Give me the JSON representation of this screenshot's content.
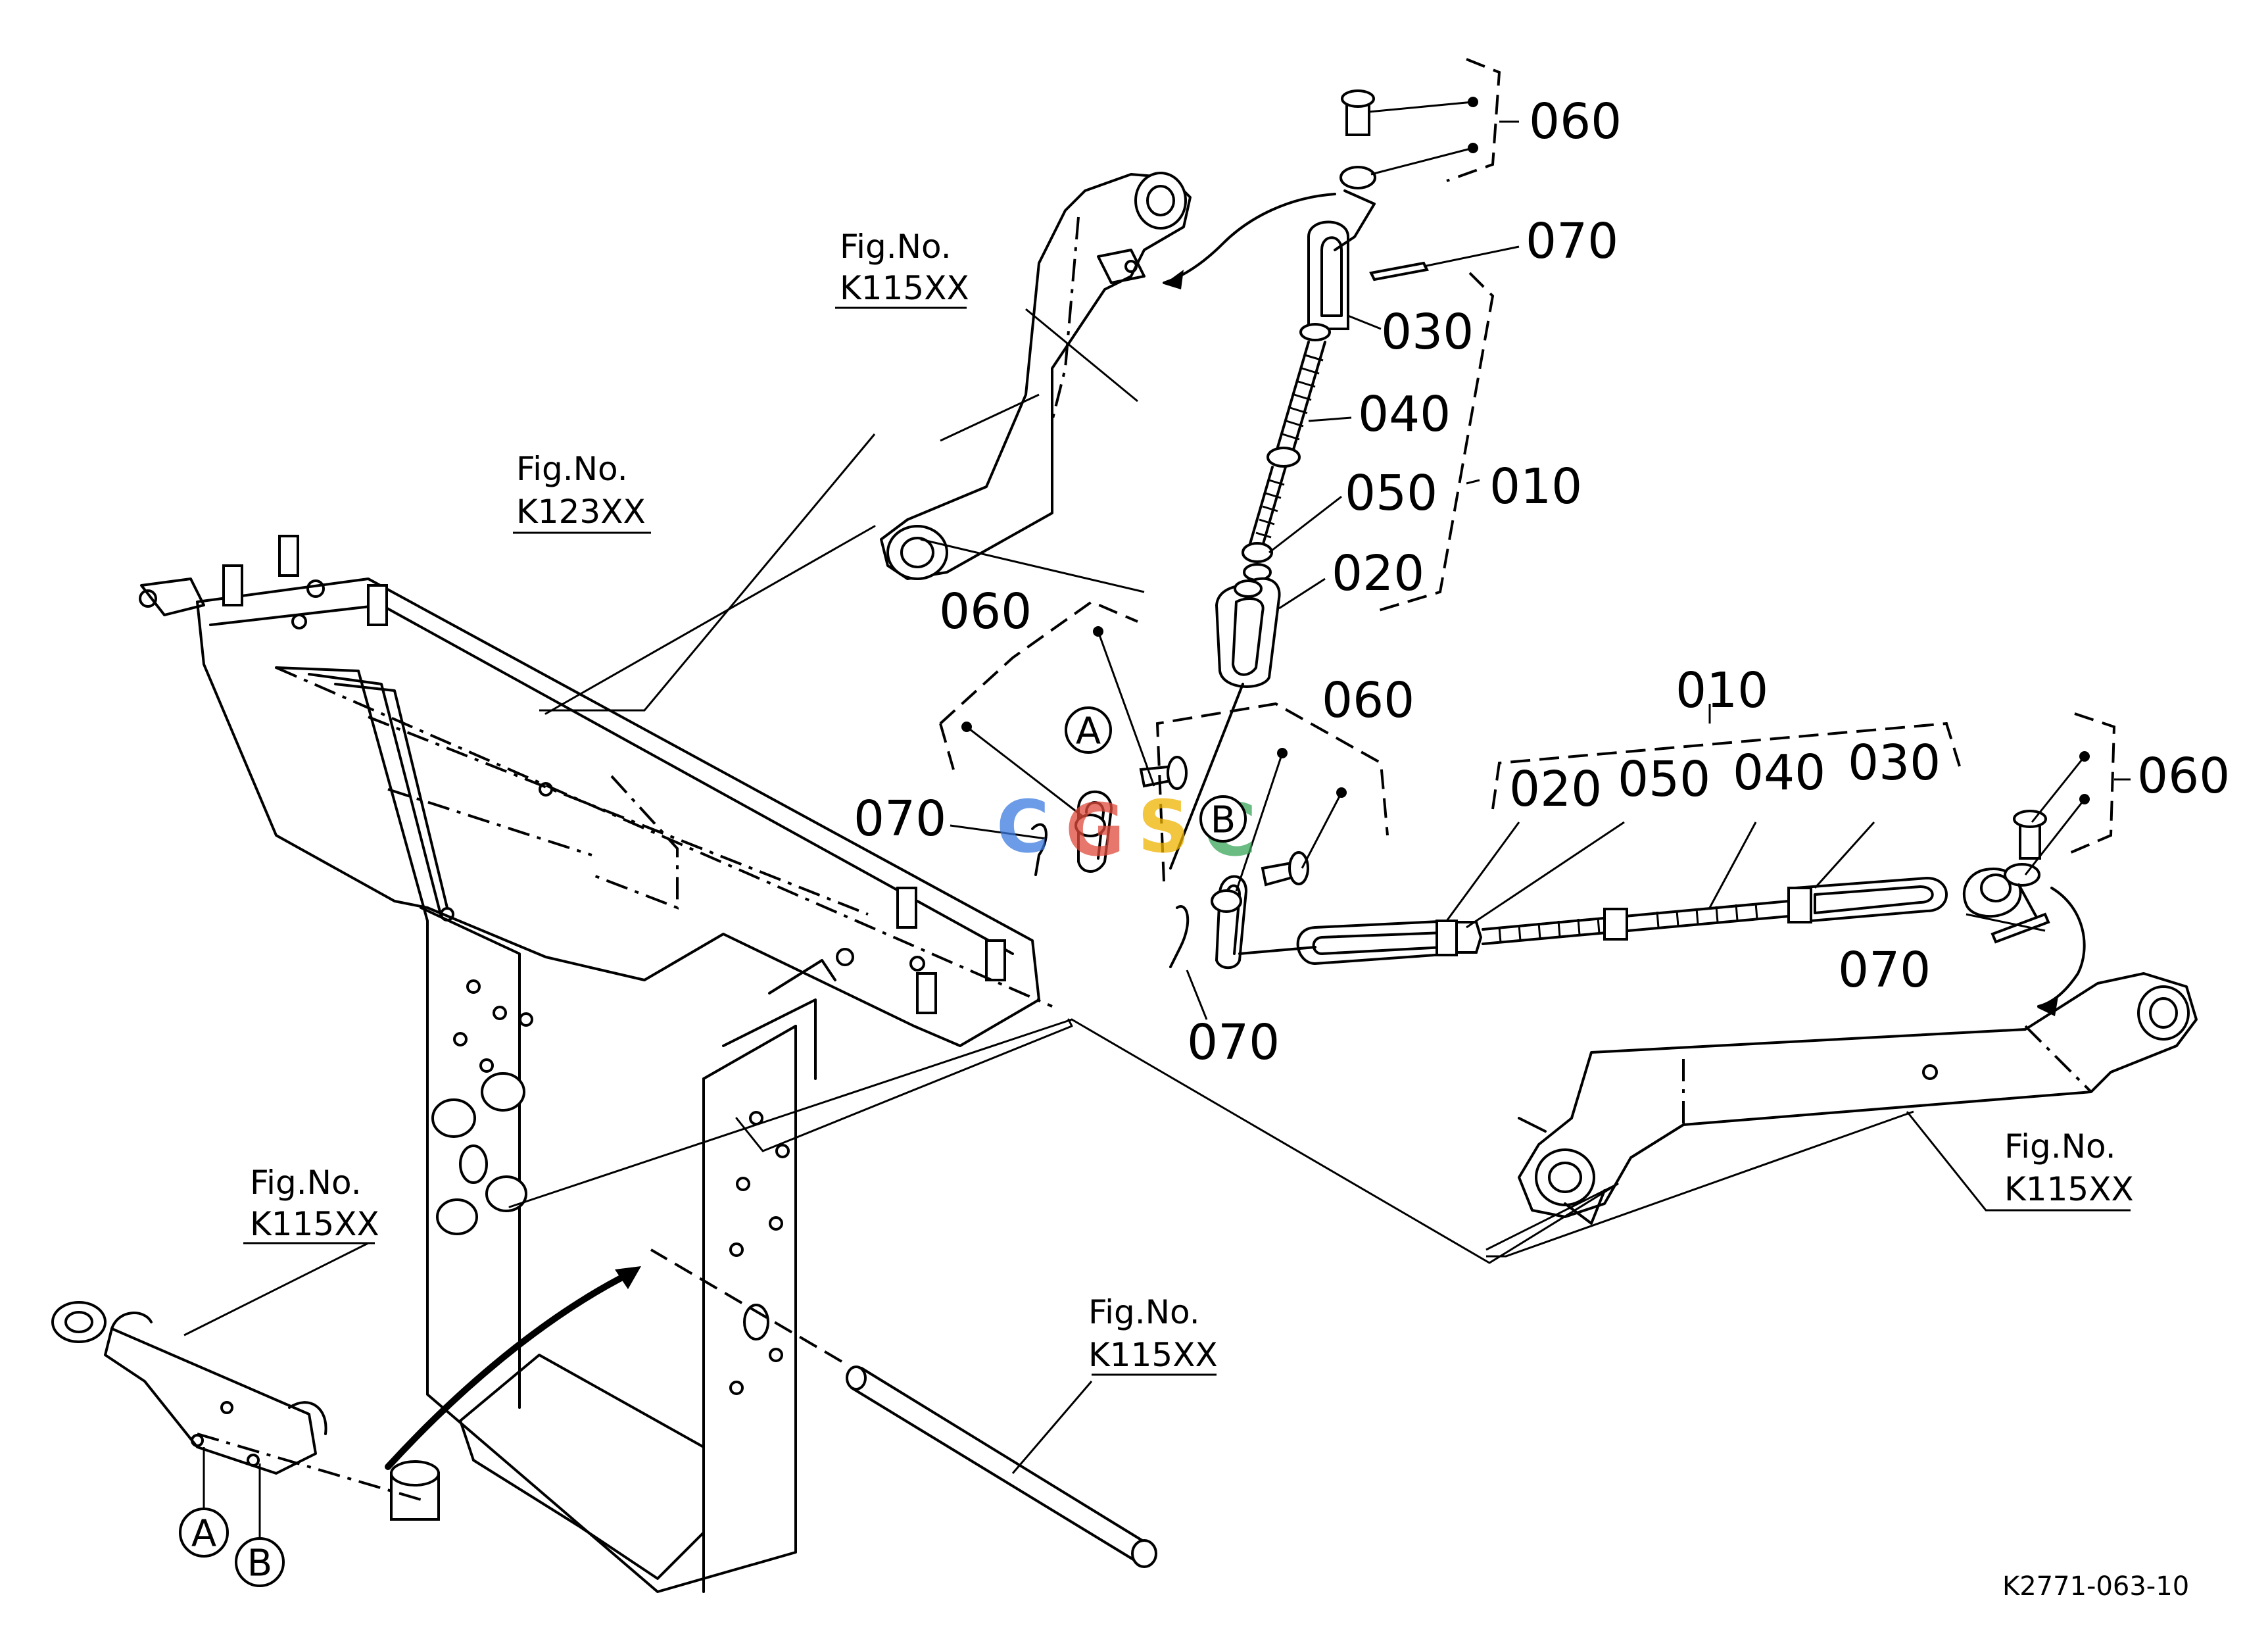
{
  "diagram": {
    "part_numbers": {
      "p010_right": "010",
      "p010_bottom": "010",
      "p020_right": "020",
      "p020_bottom": "020",
      "p030_right": "030",
      "p030_bottom": "030",
      "p040_right": "040",
      "p040_bottom": "040",
      "p050_right": "050",
      "p050_bottom": "050",
      "p060_top": "060",
      "p060_left": "060",
      "p060_mid": "060",
      "p060_bottomright": "060",
      "p070_top": "070",
      "p070_left": "070",
      "p070_mid": "070",
      "p070_bottomright": "070"
    },
    "figure_refs": {
      "upper_arm": {
        "line1": "Fig.No.",
        "line2": "K115XX"
      },
      "frame": {
        "line1": "Fig.No.",
        "line2": "K123XX"
      },
      "lower_arm": {
        "line1": "Fig.No.",
        "line2": "K115XX"
      },
      "bracket": {
        "line1": "Fig.No.",
        "line2": "K115XX"
      },
      "shaft": {
        "line1": "Fig.No.",
        "line2": "K115XX"
      }
    },
    "callouts": {
      "a_top": "A",
      "b_top": "B",
      "a_bottom": "A",
      "b_bottom": "B"
    },
    "drawing_code": "K2771-063-10",
    "watermark": {
      "letters": [
        "C",
        "G",
        "S",
        "C"
      ],
      "colors": [
        "#3b7be0",
        "#e04a3b",
        "#f0b400",
        "#3aa65a"
      ]
    }
  }
}
